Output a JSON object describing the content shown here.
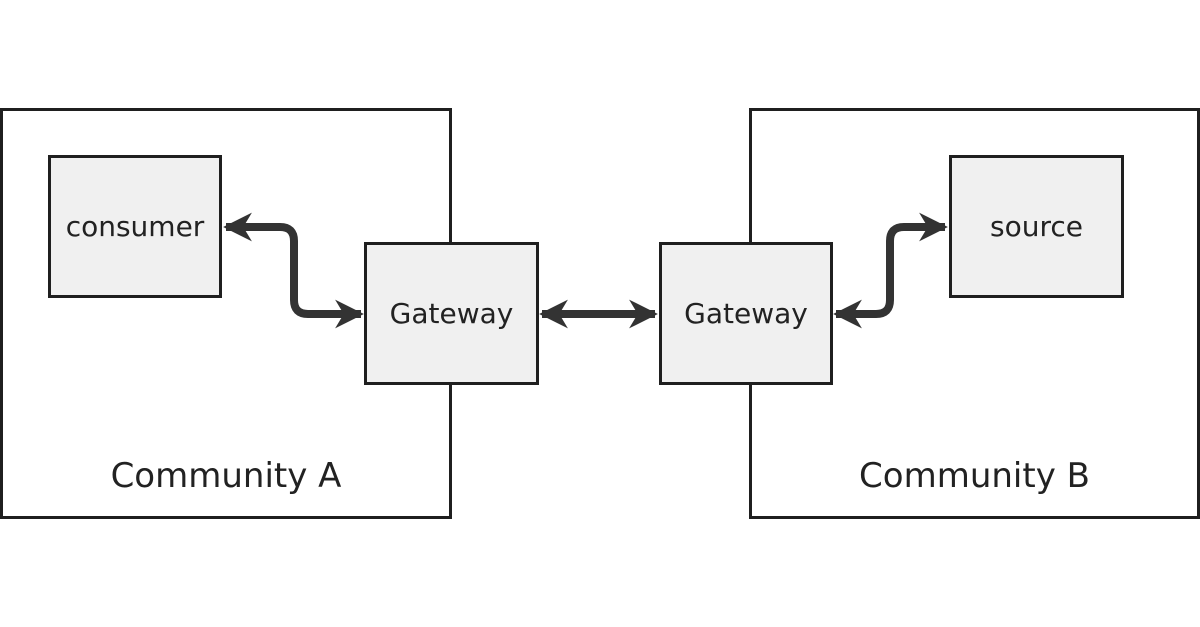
{
  "diagram": {
    "communities": [
      {
        "id": "a",
        "label": "Community A"
      },
      {
        "id": "b",
        "label": "Community B"
      }
    ],
    "nodes": {
      "consumer": "consumer",
      "gateway_a": "Gateway",
      "gateway_b": "Gateway",
      "source": "source"
    },
    "colors": {
      "stroke": "#1f1f1f",
      "node_fill": "#f0f0f0",
      "arrow": "#333333"
    }
  }
}
